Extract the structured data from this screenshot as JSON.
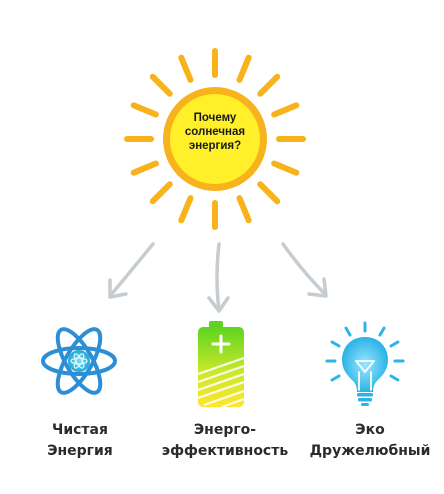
{
  "sun": {
    "line1": "Почему",
    "line2": "солнечная",
    "line3": "энергия?"
  },
  "benefits": [
    {
      "icon": "atom-icon",
      "line1": "Чистая",
      "line2": "Энергия"
    },
    {
      "icon": "battery-icon",
      "line1": "Энерго-",
      "line2": "эффективность"
    },
    {
      "icon": "lightbulb-icon",
      "line1": "Эко",
      "line2": "Дружелюбный"
    }
  ],
  "colors": {
    "sun_rays": "#F7B21C",
    "sun_ring": "#F7B21C",
    "sun_center": "#FFF02A",
    "arrows": "#C7CCD0",
    "atom": "#2C8FD6",
    "battery_top": "#7ED321",
    "battery_bottom": "#FFE033",
    "bulb": "#2BB4E6",
    "text": "#2B2B2B"
  }
}
